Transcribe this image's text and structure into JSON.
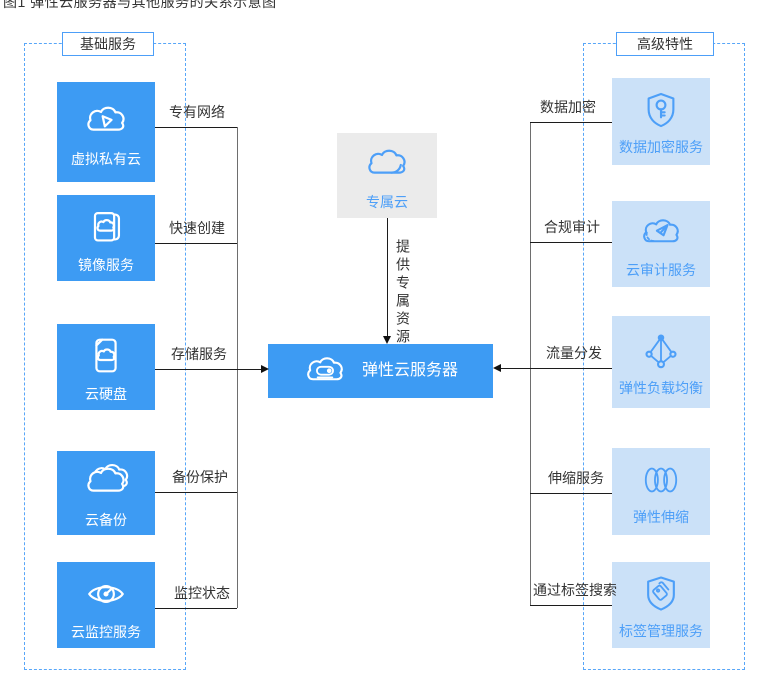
{
  "caption": "图1 弹性云服务器与其他服务的关系示意图",
  "colors": {
    "primary_blue": "#3d9bf3",
    "light_blue": "#cbe1f8",
    "icon_blue": "#4d9ff8",
    "gray_box": "#ebebeb",
    "dashed_border": "#58a6f8",
    "line_dark": "#1c1c1c",
    "line_gray": "#6e6e6e",
    "text_dark": "#333333"
  },
  "left_group": {
    "title": "基础服务",
    "items": [
      {
        "label": "虚拟私有云",
        "icon": "cloud-pointer-icon",
        "edge_label": "专有网络"
      },
      {
        "label": "镜像服务",
        "icon": "image-documents-icon",
        "edge_label": "快速创建"
      },
      {
        "label": "云硬盘",
        "icon": "disk-cloud-icon",
        "edge_label": "存储服务"
      },
      {
        "label": "云备份",
        "icon": "double-cloud-icon",
        "edge_label": "备份保护"
      },
      {
        "label": "云监控服务",
        "icon": "eye-gauge-icon",
        "edge_label": "监控状态"
      }
    ]
  },
  "right_group": {
    "title": "高级特性",
    "items": [
      {
        "label": "数据加密服务",
        "icon": "shield-key-icon",
        "edge_label": "数据加密"
      },
      {
        "label": "云审计服务",
        "icon": "cloud-plane-icon",
        "edge_label": "合规审计"
      },
      {
        "label": "弹性负载均衡",
        "icon": "tetrahedron-network-icon",
        "edge_label": "流量分发"
      },
      {
        "label": "弹性伸缩",
        "icon": "waves-icon",
        "edge_label": "伸缩服务"
      },
      {
        "label": "标签管理服务",
        "icon": "shield-tags-icon",
        "edge_label": "通过标签搜索"
      }
    ]
  },
  "center": {
    "dedicated_cloud_label": "专属云",
    "arrow_label": "提供专属资源",
    "ecs_label": "弹性云服务器"
  }
}
